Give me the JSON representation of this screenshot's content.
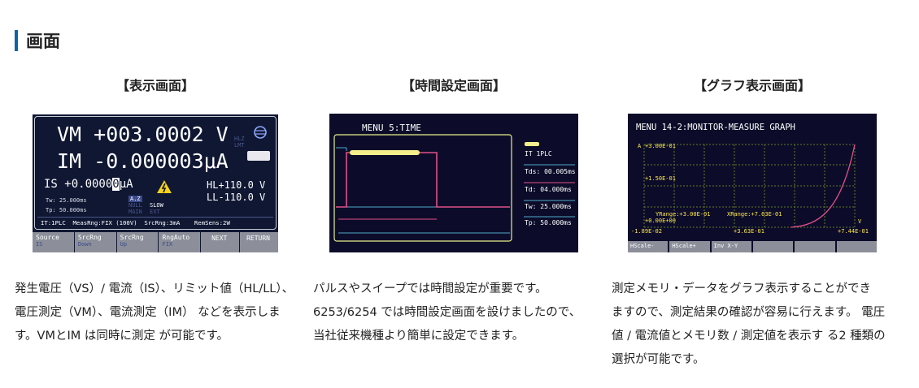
{
  "section": {
    "title": "画面"
  },
  "columns": [
    {
      "title": "【表示画面】",
      "description": "発生電圧（VS）/ 電流（IS）、リミット値（HL/LL）、電圧測定（VM）、電流測定（IM） などを表示します。VMとIM は同時に測定 が可能です。"
    },
    {
      "title": "【時間設定画面】",
      "description": "パルスやスイープでは時間設定が重要です。6253/6254 では時間設定画面を設けましたので、 当社従来機種より簡単に設定できます。"
    },
    {
      "title": "【グラフ表示画面】",
      "description": "測定メモリ・データをグラフ表示することができ ますので、測定結果の確認が容易に行えます。 電圧値 / 電流値とメモリ数 / 測定値を表示す る2 種類の選択が可能です。"
    }
  ],
  "display_screen": {
    "vm": "VM +003.0002 V",
    "im": "IM -0.000003μA",
    "is_prefix": "IS +0.0000",
    "is_cursor": "0",
    "is_unit": "μA",
    "hl": "HL+110.0 V",
    "ll": "LL-110.0 V",
    "tw": "Tw: 25.000ms",
    "tp": "Tp: 50.000ms",
    "az": "A.Z",
    "slow": "SLOW",
    "null_label": "NULL",
    "main_label": "MAIN",
    "ext_label": "EXT",
    "hlz_label": "HLZ",
    "lmt_label": "LMT",
    "status": "IT:1PLC  MeasRng:FIX (100V)  SrcRng:3mA    RemSens:2W",
    "buttons": [
      {
        "label": "Source",
        "sub": "IS"
      },
      {
        "label": "SrcRng",
        "sub": "Down"
      },
      {
        "label": "SrcRng",
        "sub": "Up"
      },
      {
        "label": "RngAuto",
        "sub": "FIX"
      },
      {
        "label": "NEXT",
        "sub": ""
      },
      {
        "label": "RETURN",
        "sub": ""
      }
    ],
    "colors": {
      "background": "#0f1733",
      "warning": "#f5d21b"
    }
  },
  "time_screen": {
    "title": "MENU 5:TIME",
    "it": "IT 1PLC",
    "tds": "Tds: 00.005ms",
    "td": "Td: 04.000ms",
    "tw": "Tw: 25.000ms",
    "tp": "Tp: 50.000ms",
    "colors": {
      "frame": "#e9ef8a",
      "pulse": "#e0508a",
      "baseline": "#50a9c8",
      "marker": "#f4ef8a"
    }
  },
  "graph_screen": {
    "title": "MENU 14-2:MONITOR-MEASURE GRAPH",
    "y_axis_label": "A",
    "y_top": "+3.00E-01",
    "y_mid": "+1.50E-01",
    "y_bottom": "+0.00E+00",
    "x_unit": "V",
    "yrange": "YRange:+3.00E-01",
    "xrange": "XRange:+7.63E-01",
    "x_left": "-1.89E-02",
    "x_mid": "+3.63E-01",
    "x_right": "+7.44E-01",
    "buttons": [
      "HScale-",
      "HScale+",
      "Inv X-Y",
      "",
      "",
      ""
    ],
    "colors": {
      "grid": "#5f7a24",
      "curve": "#e0508a"
    }
  }
}
